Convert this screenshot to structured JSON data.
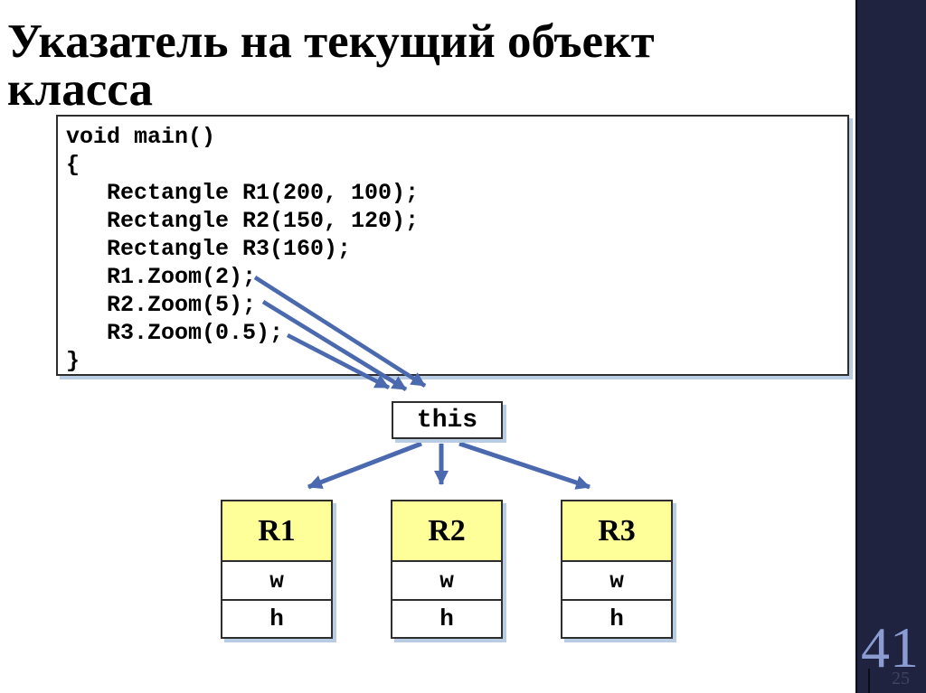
{
  "slide": {
    "title": "Указатель на текущий объект класса"
  },
  "code": {
    "lines": [
      "void main()",
      "{",
      "   Rectangle R1(200, 100);",
      "   Rectangle R2(150, 120);",
      "   Rectangle R3(160);",
      "   R1.Zoom(2);",
      "   R2.Zoom(5);",
      "   R3.Zoom(0.5);",
      "}"
    ]
  },
  "diagram": {
    "this_label": "this",
    "objects": [
      {
        "name": "R1",
        "fields": [
          "w",
          "h"
        ]
      },
      {
        "name": "R2",
        "fields": [
          "w",
          "h"
        ]
      },
      {
        "name": "R3",
        "fields": [
          "w",
          "h"
        ]
      }
    ]
  },
  "footer": {
    "page_number": "41",
    "page_sub": "25"
  },
  "colors": {
    "accent_arrow": "#4a69ae",
    "sidebar_navy": "#1f2340",
    "box_shadow_blue": "#b8cce4",
    "header_yellow": "#ffff99"
  }
}
